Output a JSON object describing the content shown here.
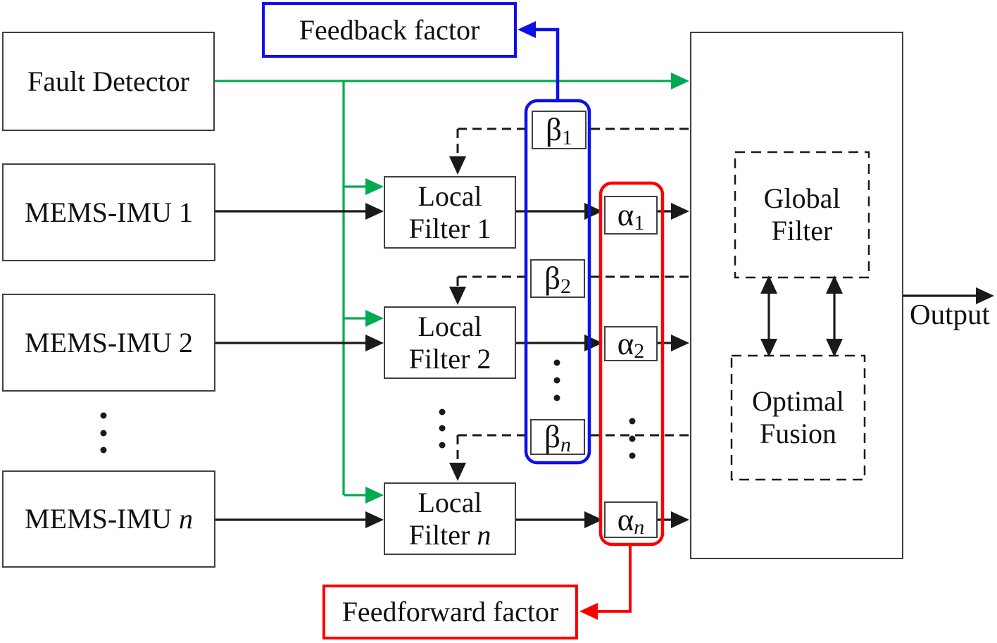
{
  "colors": {
    "green": "#00AA50",
    "blue": "#0F0FE8",
    "red": "#FA0000",
    "wire": "#1a1a1a",
    "border": "#404040"
  },
  "nodes": {
    "fault_detector": "Fault Detector",
    "feedback_factor": "Feedback factor",
    "feedforward_factor": "Feedforward factor",
    "output": "Output",
    "global_filter": {
      "line1": "Global",
      "line2": "Filter"
    },
    "optimal_fusion": {
      "line1": "Optimal",
      "line2": "Fusion"
    },
    "mems": [
      {
        "prefix": "MEMS-IMU 1",
        "italic": ""
      },
      {
        "prefix": "MEMS-IMU 2",
        "italic": ""
      },
      {
        "prefix": "MEMS-IMU ",
        "italic": "n"
      }
    ],
    "filters": [
      {
        "line1": "Local",
        "line2_prefix": "Filter 1",
        "italic": ""
      },
      {
        "line1": "Local",
        "line2_prefix": "Filter 2",
        "italic": ""
      },
      {
        "line1": "Local",
        "line2_prefix": "Filter ",
        "italic": "n"
      }
    ],
    "beta": [
      {
        "base": "β",
        "sub": "1",
        "subi": ""
      },
      {
        "base": "β",
        "sub": "2",
        "subi": ""
      },
      {
        "base": "β",
        "sub": "",
        "subi": "n"
      }
    ],
    "alpha": [
      {
        "base": "α",
        "sub": "1",
        "subi": ""
      },
      {
        "base": "α",
        "sub": "2",
        "subi": ""
      },
      {
        "base": "α",
        "sub": "",
        "subi": "n"
      }
    ]
  }
}
